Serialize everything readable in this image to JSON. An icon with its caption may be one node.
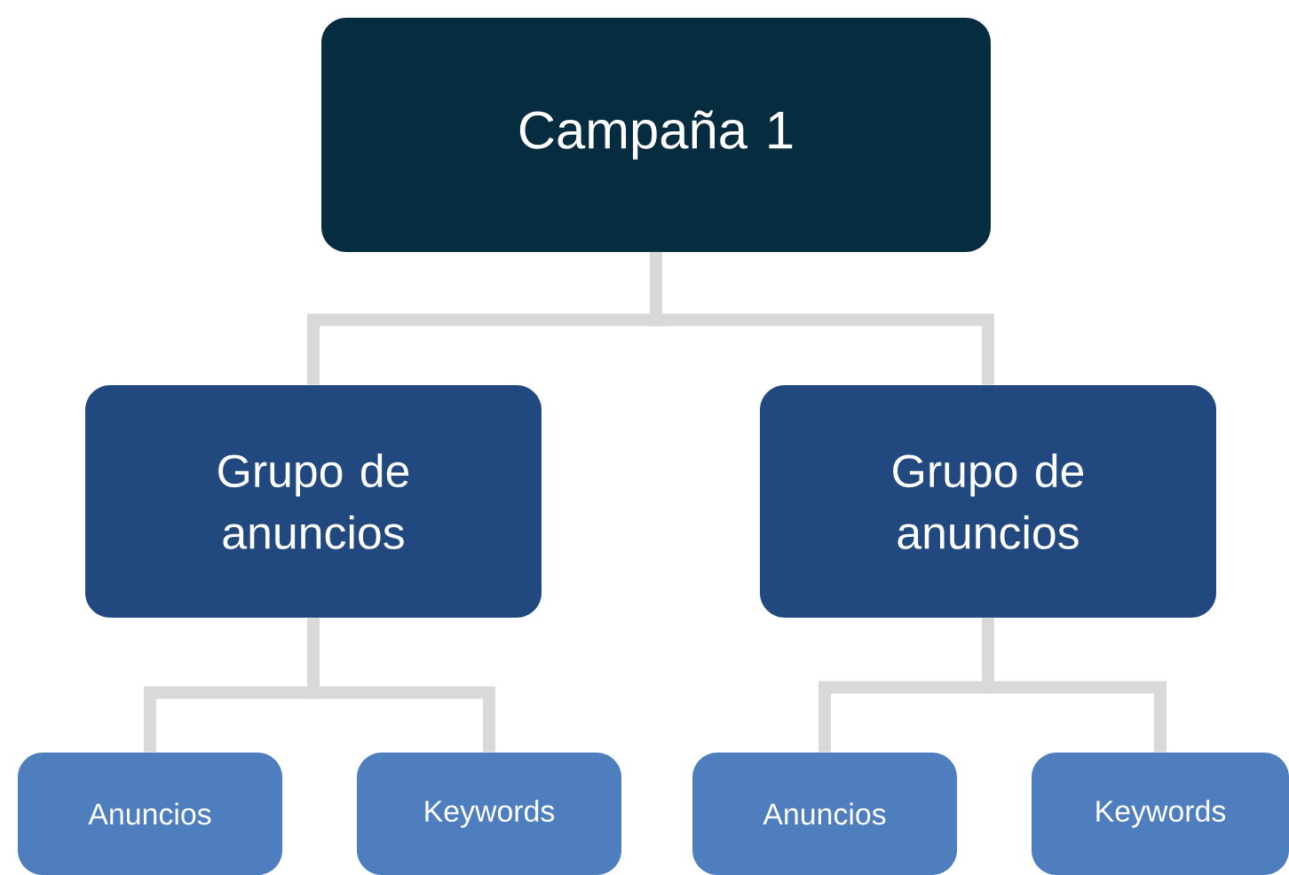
{
  "diagram": {
    "nodes": [
      {
        "text": [
          "Campaña 1"
        ]
      },
      {
        "text": [
          "Grupo de anuncios"
        ]
      },
      {
        "text": [
          "Grupo de anuncios"
        ]
      },
      {
        "text": [
          "Anuncios"
        ]
      },
      {
        "text": [
          "Keywords"
        ]
      },
      {
        "text": [
          "Anuncios"
        ]
      },
      {
        "text": [
          "Keywords"
        ]
      }
    ],
    "edges": [
      {
        "from": 0,
        "to": 1,
        "arrow": "none"
      },
      {
        "from": 0,
        "to": 2,
        "arrow": "none"
      },
      {
        "from": 1,
        "to": 3,
        "arrow": "none"
      },
      {
        "from": 1,
        "to": 4,
        "arrow": "none"
      },
      {
        "from": 2,
        "to": 5,
        "arrow": "none"
      },
      {
        "from": 2,
        "to": 6,
        "arrow": "none"
      }
    ]
  }
}
